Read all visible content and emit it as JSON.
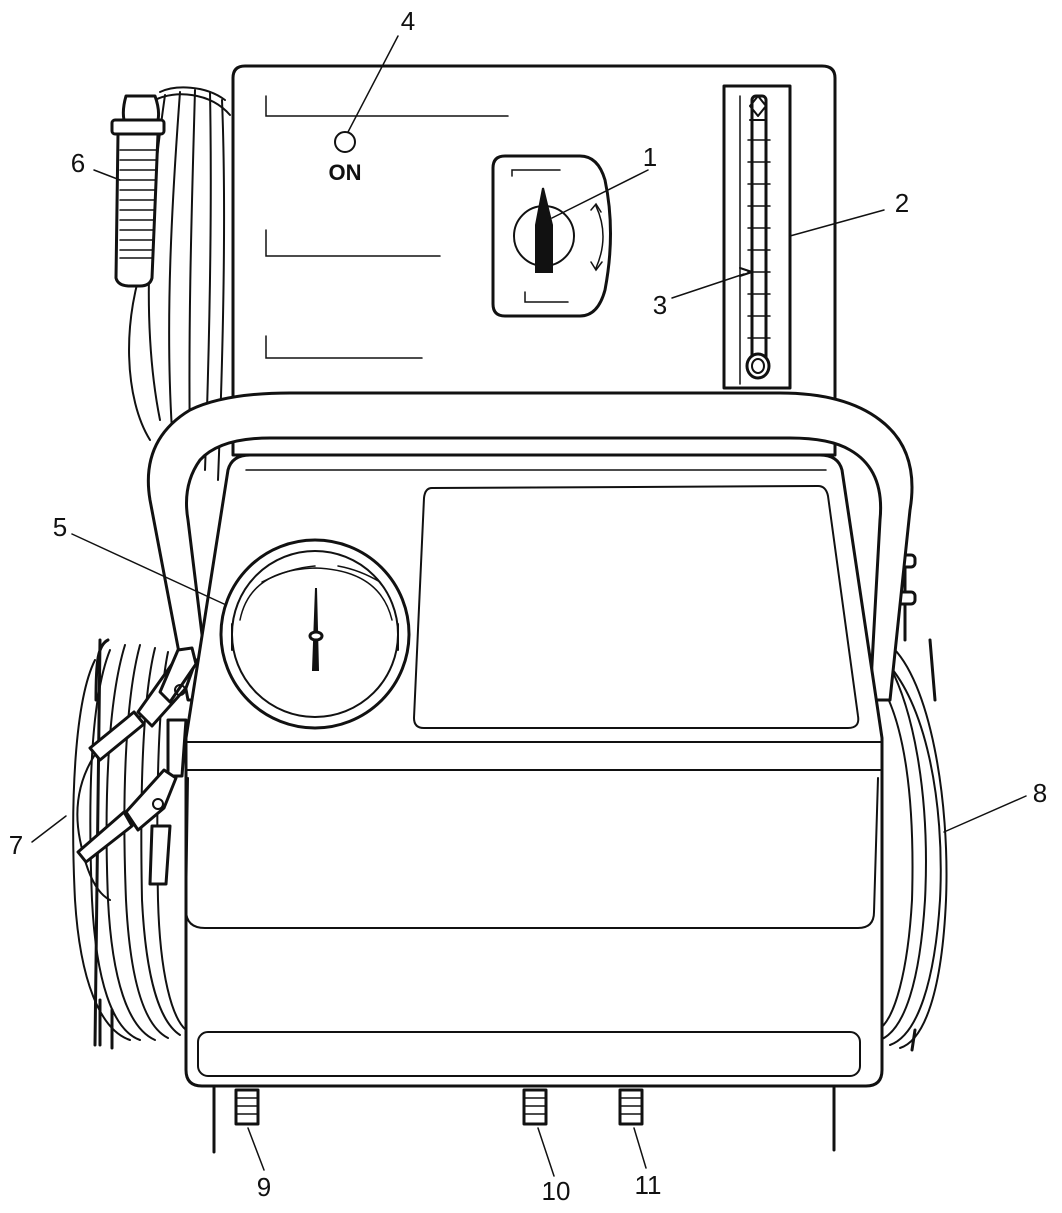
{
  "panel": {
    "indicator_label": "ON"
  },
  "callouts": [
    {
      "id": "1",
      "label": "1"
    },
    {
      "id": "2",
      "label": "2"
    },
    {
      "id": "3",
      "label": "3"
    },
    {
      "id": "4",
      "label": "4"
    },
    {
      "id": "5",
      "label": "5"
    },
    {
      "id": "6",
      "label": "6"
    },
    {
      "id": "7",
      "label": "7"
    },
    {
      "id": "8",
      "label": "8"
    },
    {
      "id": "9",
      "label": "9"
    },
    {
      "id": "10",
      "label": "10"
    },
    {
      "id": "11",
      "label": "11"
    }
  ]
}
